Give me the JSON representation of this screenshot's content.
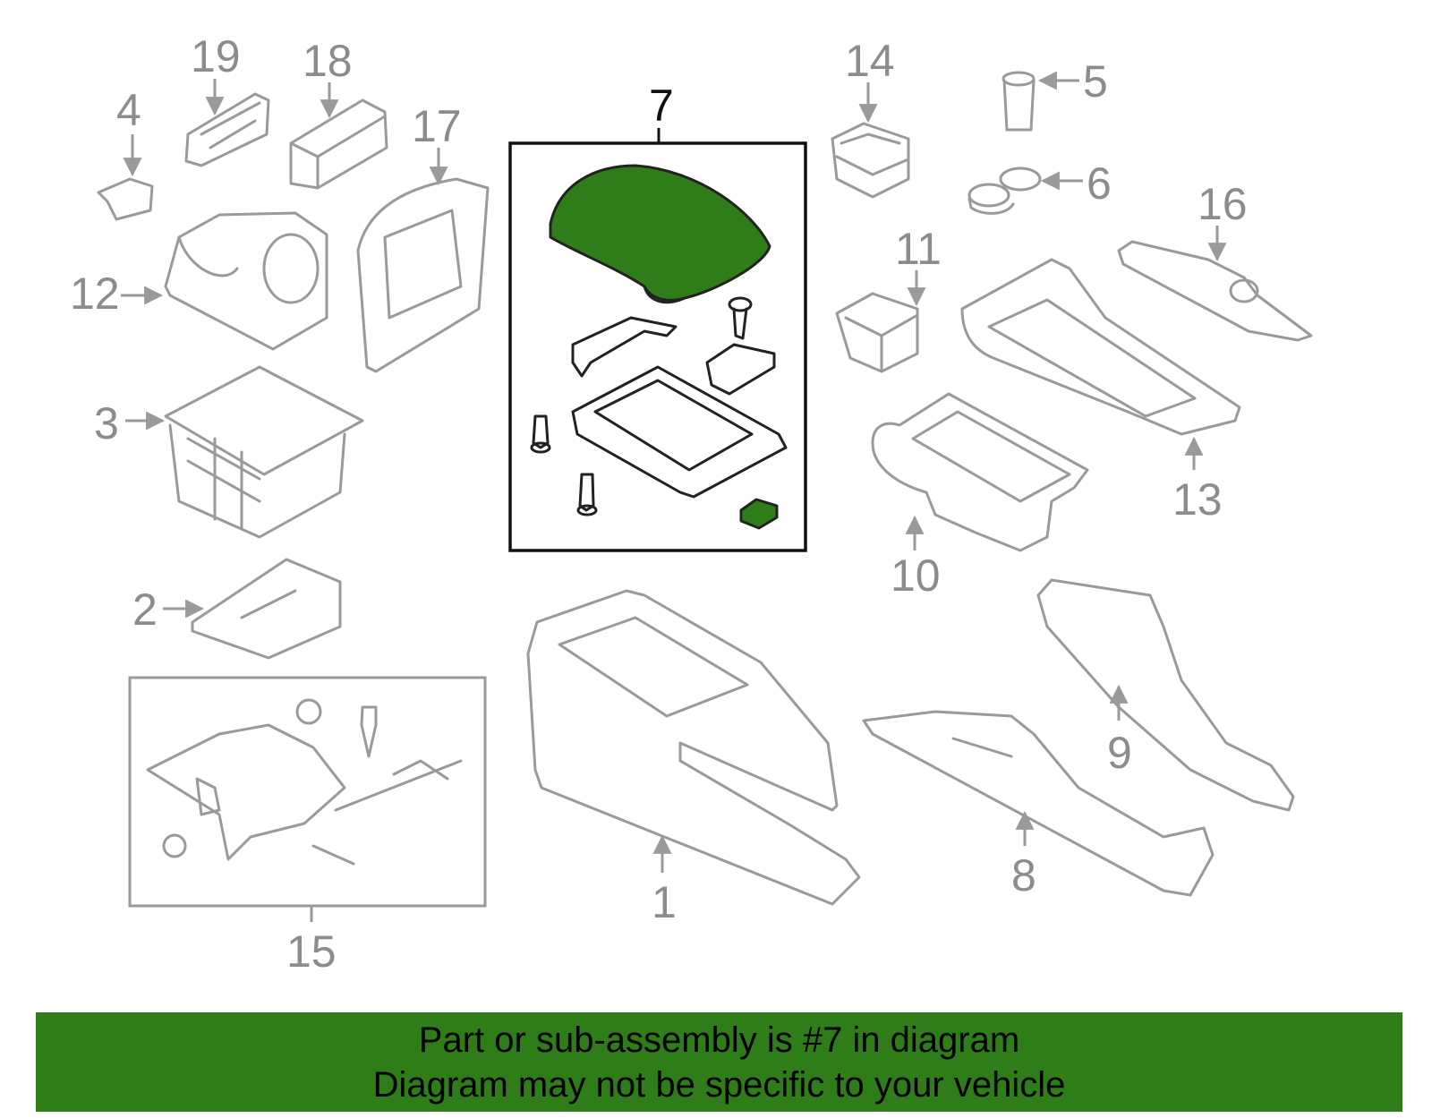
{
  "diagram": {
    "highlighted_part": "7",
    "highlight_color": "#2f7d18",
    "callouts": [
      {
        "id": "c1",
        "label": "1"
      },
      {
        "id": "c2",
        "label": "2"
      },
      {
        "id": "c3",
        "label": "3"
      },
      {
        "id": "c4",
        "label": "4"
      },
      {
        "id": "c5",
        "label": "5"
      },
      {
        "id": "c6",
        "label": "6"
      },
      {
        "id": "c7",
        "label": "7"
      },
      {
        "id": "c8",
        "label": "8"
      },
      {
        "id": "c9",
        "label": "9"
      },
      {
        "id": "c10",
        "label": "10"
      },
      {
        "id": "c11",
        "label": "11"
      },
      {
        "id": "c12",
        "label": "12"
      },
      {
        "id": "c13",
        "label": "13"
      },
      {
        "id": "c14",
        "label": "14"
      },
      {
        "id": "c15",
        "label": "15"
      },
      {
        "id": "c16",
        "label": "16"
      },
      {
        "id": "c17",
        "label": "17"
      },
      {
        "id": "c18",
        "label": "18"
      },
      {
        "id": "c19",
        "label": "19"
      }
    ]
  },
  "banner": {
    "line1": "Part or sub-assembly is #7 in diagram",
    "line2": "Diagram may not be specific to your vehicle",
    "background": "#2f7d18"
  }
}
